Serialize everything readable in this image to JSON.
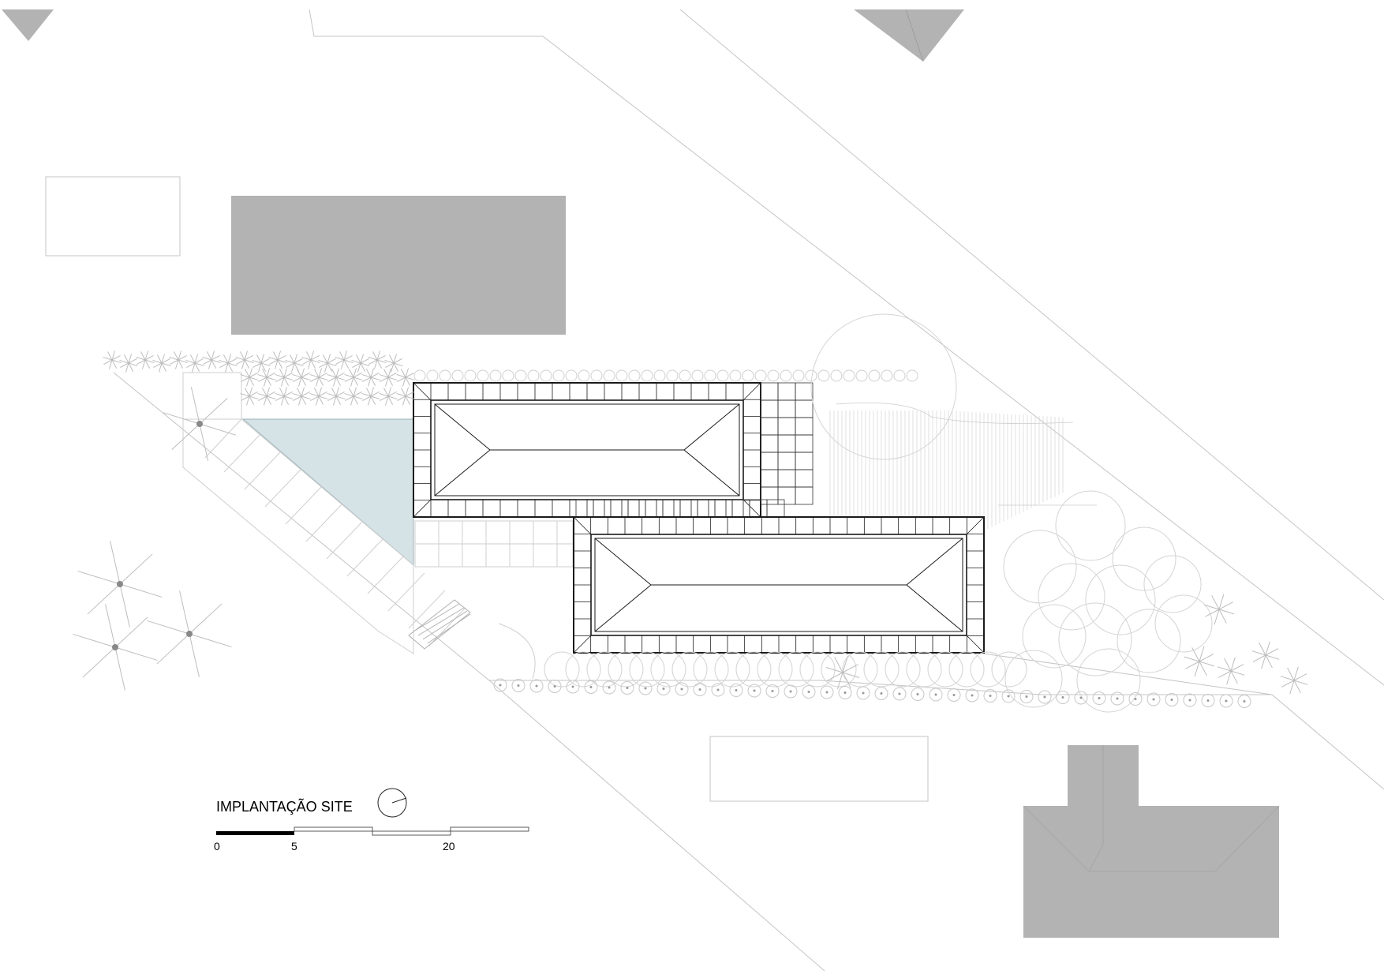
{
  "drawing": {
    "title": "IMPLANTAÇÃO SITE",
    "scale_labels": [
      "0",
      "5",
      "20"
    ]
  },
  "colors": {
    "neighbor_building": "#b3b3b3",
    "pool_water": "#d5e2e6",
    "roof_line": "#1a1a1a",
    "site_line": "#bdbdbd",
    "tree": "#c8c8c8"
  }
}
